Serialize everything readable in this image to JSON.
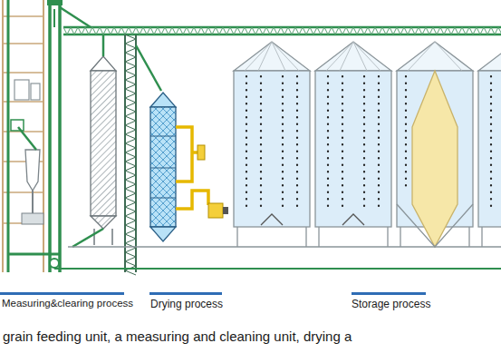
{
  "diagram": {
    "caption": "grain feeding unit, a measuring and cleaning unit, drying a",
    "labels": [
      "Measuring&clearing process",
      "Drying process",
      "Storage process"
    ]
  }
}
